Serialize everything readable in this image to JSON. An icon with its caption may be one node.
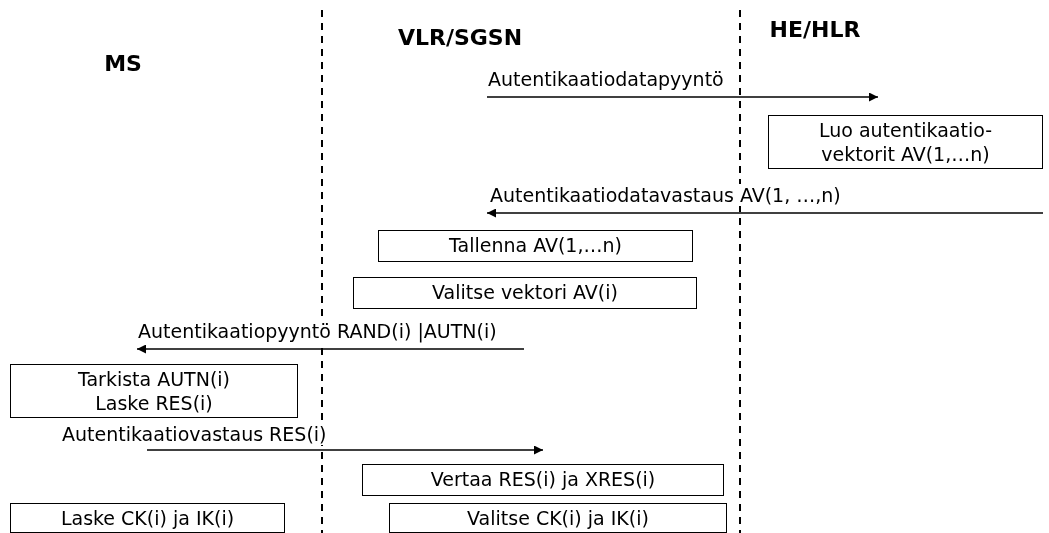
{
  "diagram": {
    "nodes": [
      {
        "text": [
          "MS"
        ]
      },
      {
        "text": [
          "VLR/SGSN"
        ]
      },
      {
        "text": [
          "HE/HLR"
        ]
      },
      {
        "text": [
          "Luo autentikaatio-vektorit AV(1,…n)"
        ]
      },
      {
        "text": [
          "Tallenna AV(1,…n)"
        ]
      },
      {
        "text": [
          "Valitse vektori AV(i)"
        ]
      },
      {
        "text": [
          "Tarkista AUTN(i) Laske RES(i)"
        ]
      },
      {
        "text": [
          "Vertaa RES(i) ja XRES(i)"
        ]
      },
      {
        "text": [
          "Laske CK(i) ja IK(i)"
        ]
      },
      {
        "text": [
          "Valitse CK(i) ja IK(i)"
        ]
      }
    ],
    "edges": [
      {
        "from": null,
        "to": 3,
        "arrow": "to",
        "label": "Autentikaatiodatapyyntö"
      },
      {
        "from": 3,
        "to": 4,
        "arrow": "to",
        "label": "Autentikaatiodatavastaus AV(1, …,n)"
      },
      {
        "from": 5,
        "to": 6,
        "arrow": "to",
        "label": "Autentikaatiopyyntö RAND(i) |AUTN(i)"
      },
      {
        "from": 6,
        "to": 7,
        "arrow": "to",
        "label": "Autentikaatiovastaus RES(i)"
      }
    ]
  }
}
